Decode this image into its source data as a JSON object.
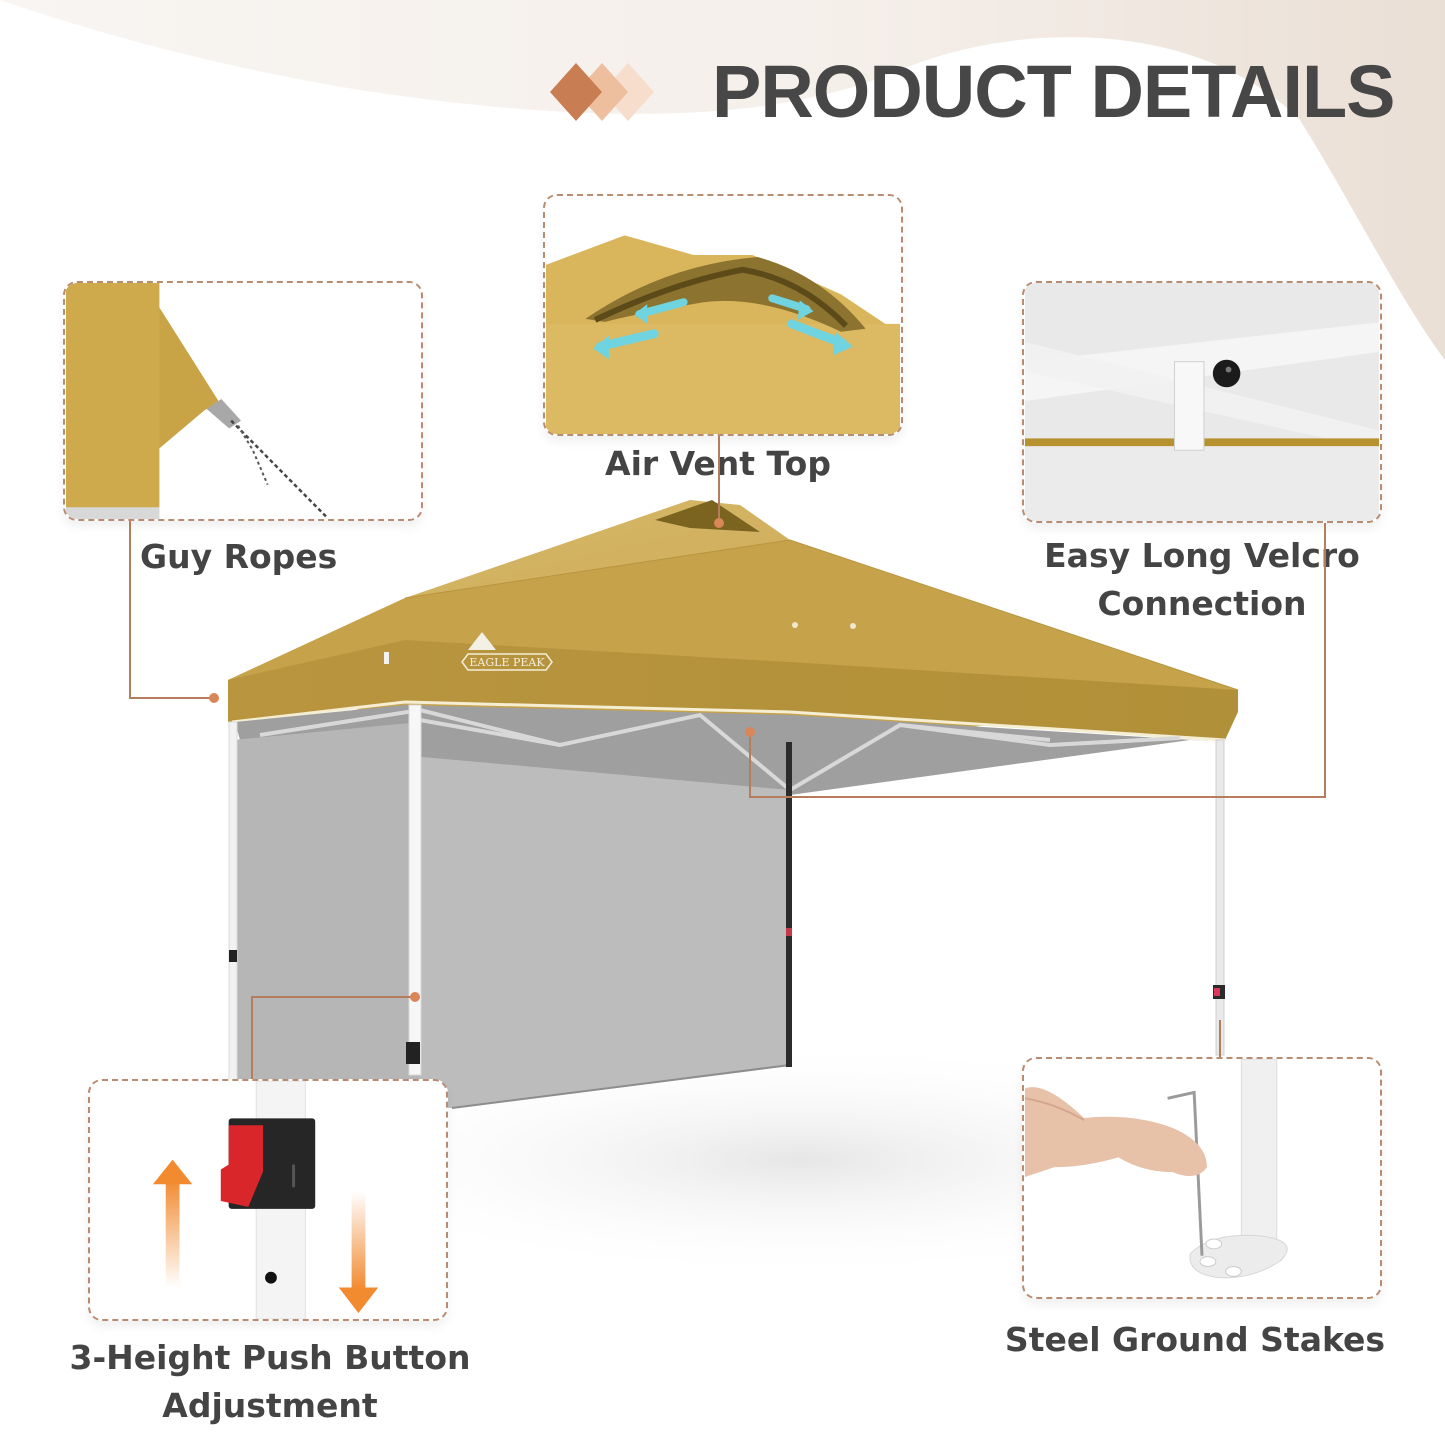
{
  "header": {
    "title": "PRODUCT DETAILS",
    "diamond_colors": [
      "#c97d52",
      "#eebf9f",
      "#f7ddcb"
    ]
  },
  "product": {
    "brand_logo_text": "EAGLE PEAK",
    "canopy_color": "#c9a64e",
    "sidewall_color": "#bdbdbd"
  },
  "callouts": [
    {
      "id": "air-vent",
      "label": "Air Vent Top"
    },
    {
      "id": "guy-ropes",
      "label": "Guy Ropes"
    },
    {
      "id": "velcro",
      "label_line1": "Easy Long Velcro",
      "label_line2": "Connection"
    },
    {
      "id": "push-button",
      "label_line1": "3-Height Push Button",
      "label_line2": "Adjustment"
    },
    {
      "id": "ground-stakes",
      "label": "Steel Ground Stakes"
    }
  ],
  "colors": {
    "accent": "#c98a64",
    "connector": "#b57d5e",
    "text": "#444444",
    "vent_arrow": "#6fd3e0",
    "adjust_arrow": "#f28a30",
    "button_red": "#d9262b"
  }
}
